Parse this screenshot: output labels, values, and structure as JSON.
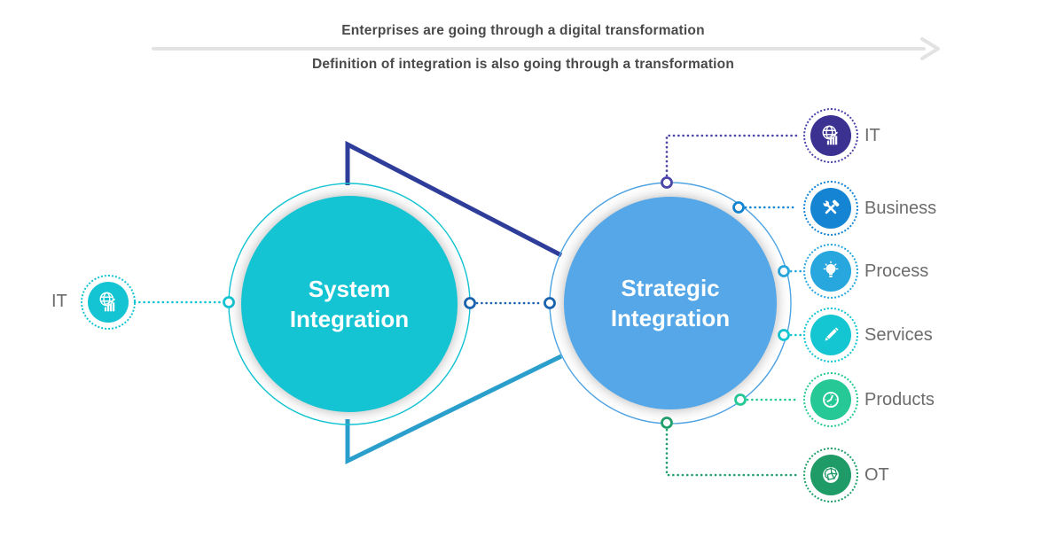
{
  "header": {
    "title_top": "Enterprises are going through a digital transformation",
    "title_bottom": "Definition of integration is also going through a transformation"
  },
  "left_circle": {
    "title_line1": "System",
    "title_line2": "Integration"
  },
  "right_circle": {
    "title_line1": "Strategic",
    "title_line2": "Integration"
  },
  "left_item": {
    "label": "IT",
    "icon": "globe-chart-icon",
    "color": "#14C4D3"
  },
  "right_items": [
    {
      "label": "IT",
      "icon": "globe-chart-icon",
      "color": "#3A3191",
      "ring": "#4B44A8"
    },
    {
      "label": "Business",
      "icon": "tools-icon",
      "color": "#1585D3",
      "ring": "#1585D3"
    },
    {
      "label": "Process",
      "icon": "bulb-icon",
      "color": "#27A7DE",
      "ring": "#27A7DE"
    },
    {
      "label": "Services",
      "icon": "pencil-icon",
      "color": "#14C6D2",
      "ring": "#14C6D2"
    },
    {
      "label": "Products",
      "icon": "clock-icon",
      "color": "#26C996",
      "ring": "#26C996"
    },
    {
      "label": "OT",
      "icon": "mesh-globe-icon",
      "color": "#1F9B67",
      "ring": "#21A06C"
    }
  ],
  "colors": {
    "left_circle_fill": "#14C4D3",
    "left_ring": "#14C4D3",
    "right_circle_fill": "#55A7E8",
    "right_ring": "#4FA3E2",
    "top_connector": "#2E3D9A",
    "bottom_connector": "#2B9FCB",
    "center_dotted": "#1A63B0",
    "arrow_gray": "#E3E3E3",
    "label_gray": "#6C6C6C",
    "header_text": "#4A4A4A",
    "circle_text": "#FFFFFF"
  }
}
